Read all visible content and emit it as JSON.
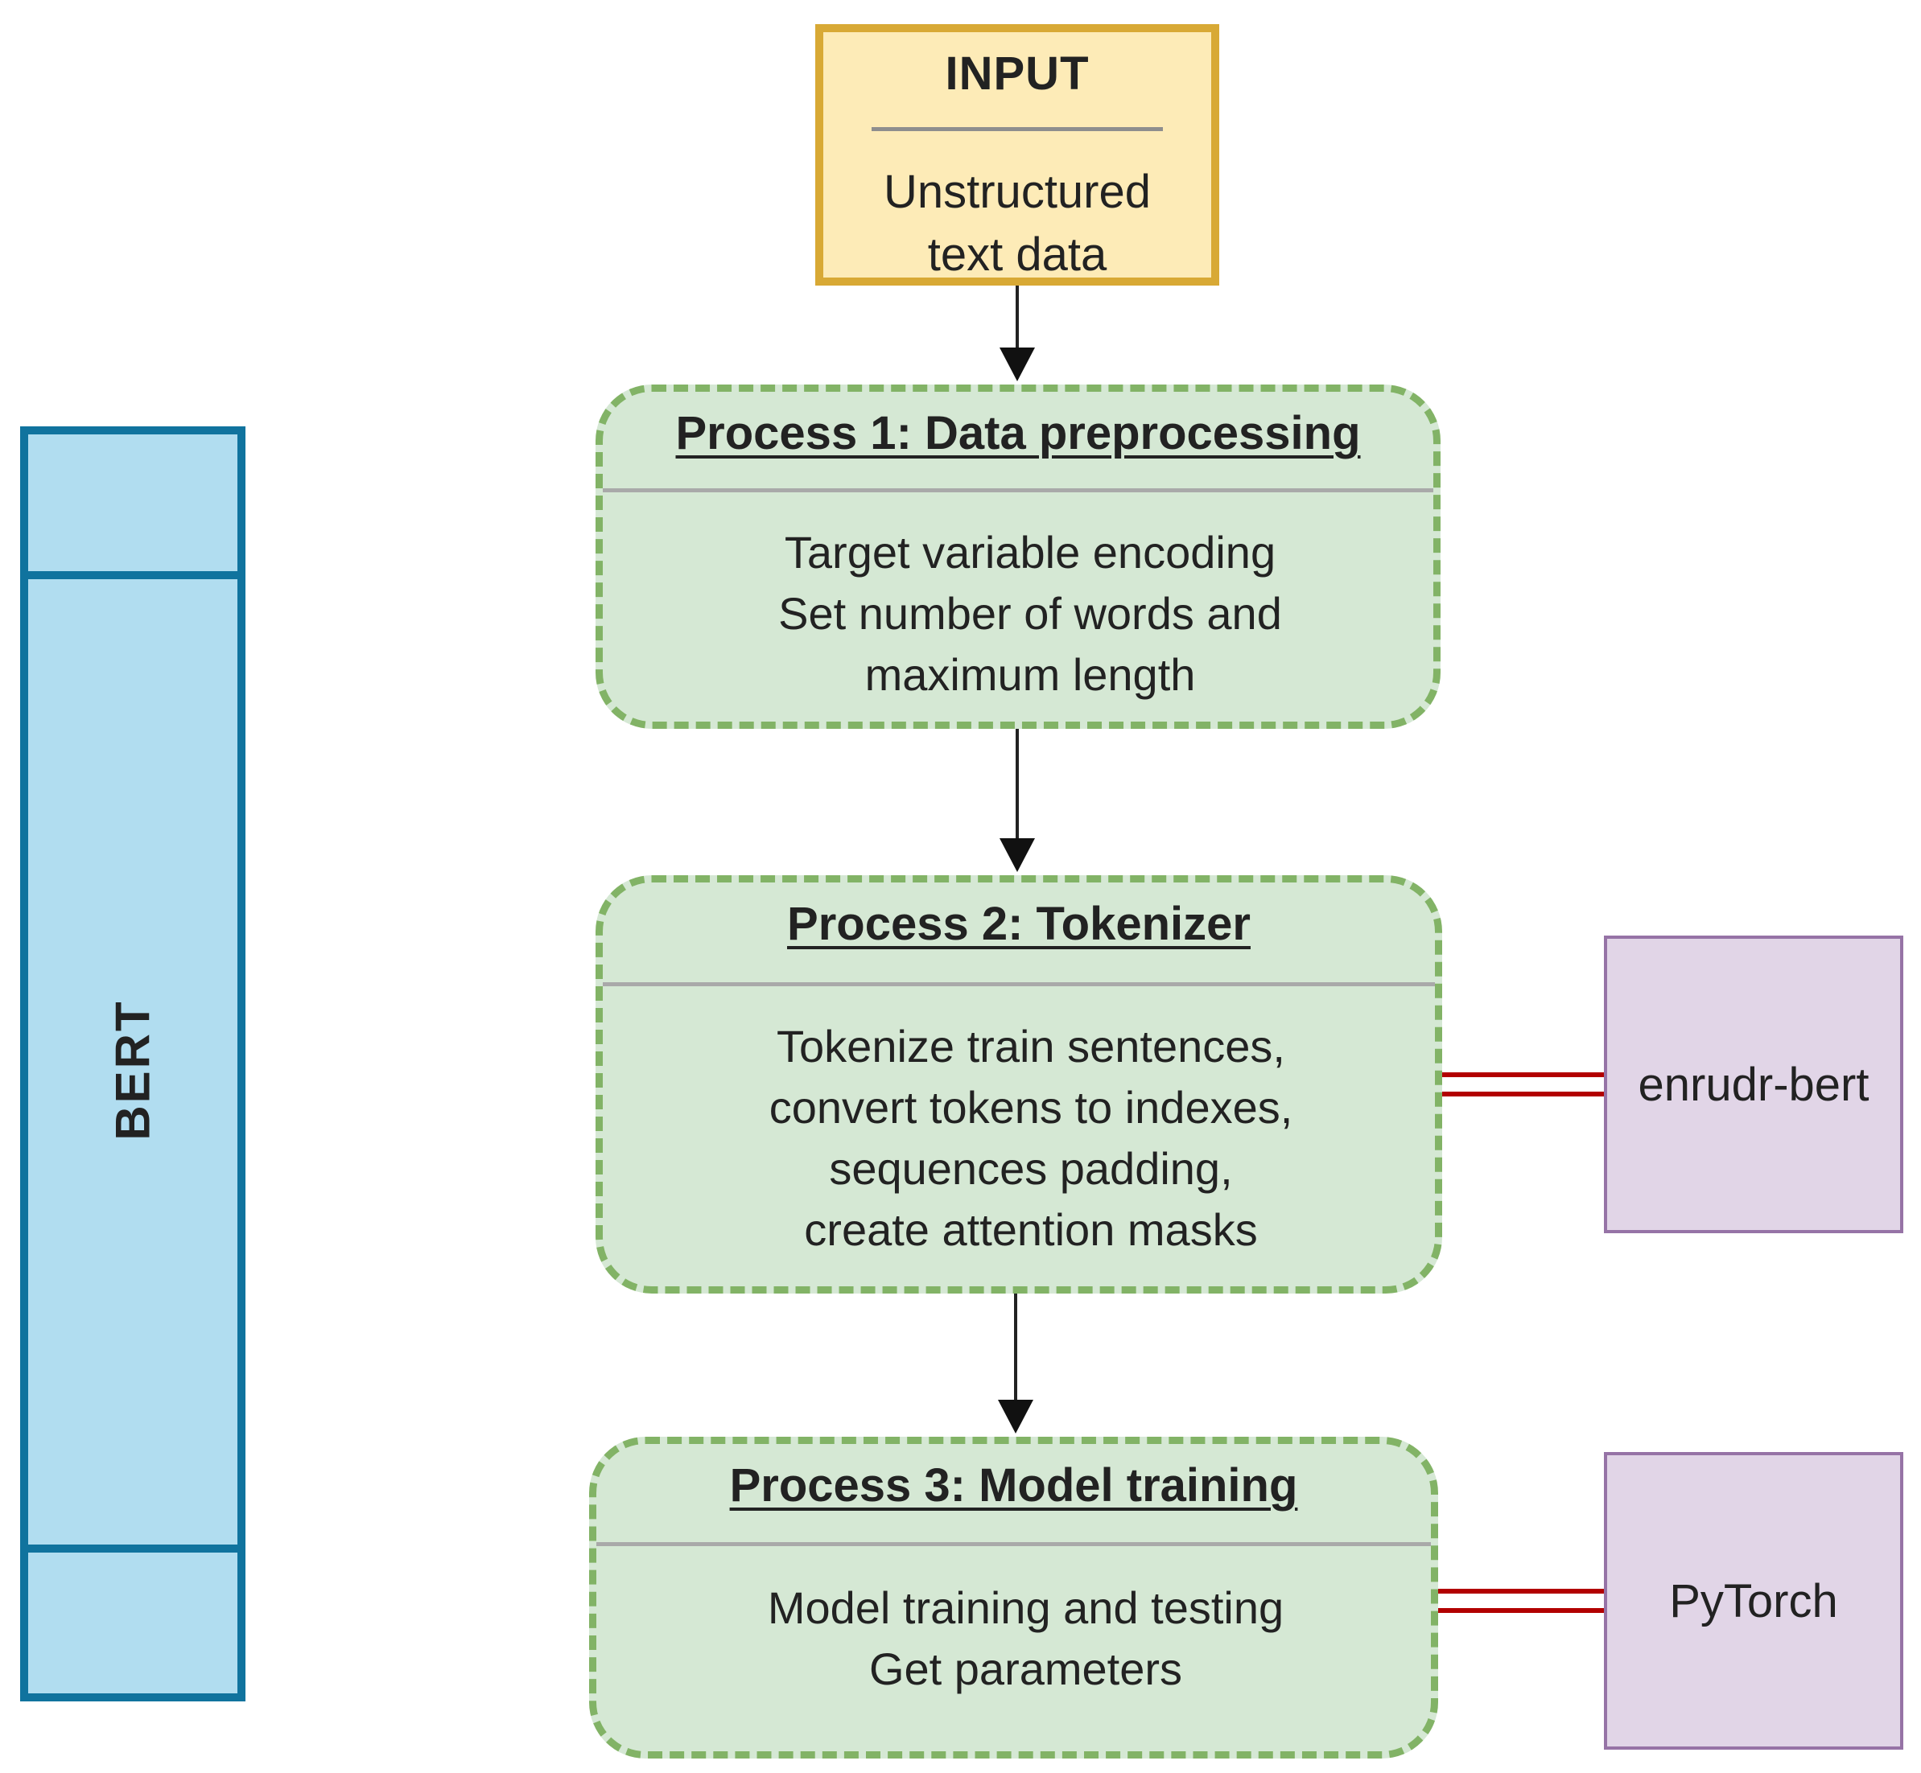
{
  "input": {
    "title": "INPUT",
    "body_line1": "Unstructured",
    "body_line2": "text data"
  },
  "processes": [
    {
      "title": "Process 1: Data preprocessing",
      "lines": [
        "Target variable encoding",
        "Set number of words and",
        "maximum length"
      ]
    },
    {
      "title": "Process 2: Tokenizer",
      "lines": [
        "Tokenize train sentences,",
        "convert tokens to indexes,",
        "sequences padding,",
        "create attention masks"
      ]
    },
    {
      "title": "Process 3: Model training",
      "lines": [
        "Model training and testing",
        "Get parameters"
      ]
    }
  ],
  "side_boxes": {
    "tokenizer_lib": "enrudr-bert",
    "training_lib": "PyTorch"
  },
  "bert": {
    "label": "BERT"
  },
  "colors": {
    "input_fill": "#fdebb7",
    "input_border": "#d8a935",
    "process_fill": "#d5e8d4",
    "process_border": "#82b366",
    "side_fill": "#e1d5e7",
    "side_border": "#9673a6",
    "bert_fill": "#b1ddf0",
    "bert_border": "#10739e",
    "link_color": "#b20000"
  }
}
